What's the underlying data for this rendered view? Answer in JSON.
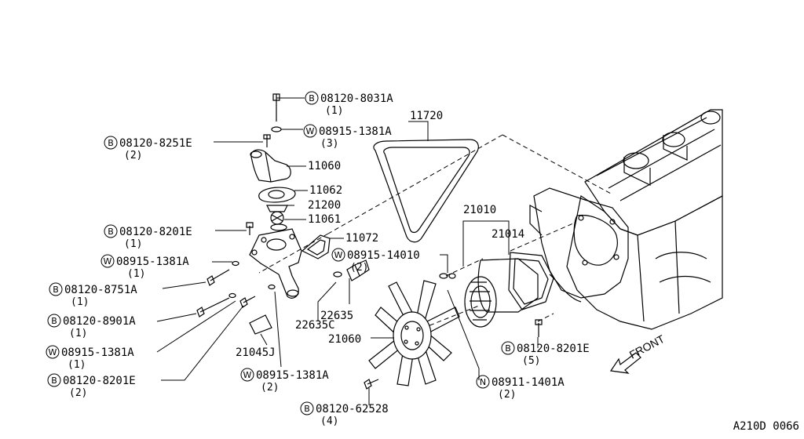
{
  "diagram_code": "A210D 0066",
  "direction_label": "FRONT",
  "callouts": [
    {
      "id": "b-08120-8031a",
      "prefix": "B",
      "part": "08120-8031A",
      "qty": "(1)"
    },
    {
      "id": "w-08915-1381a-top",
      "prefix": "W",
      "part": "08915-1381A",
      "qty": "(3)"
    },
    {
      "id": "b-08120-8251e",
      "prefix": "B",
      "part": "08120-8251E",
      "qty": "(2)"
    },
    {
      "id": "11720",
      "prefix": "",
      "part": "11720",
      "qty": ""
    },
    {
      "id": "11060",
      "prefix": "",
      "part": "11060",
      "qty": ""
    },
    {
      "id": "11062",
      "prefix": "",
      "part": "11062",
      "qty": ""
    },
    {
      "id": "21200",
      "prefix": "",
      "part": "21200",
      "qty": ""
    },
    {
      "id": "11061",
      "prefix": "",
      "part": "11061",
      "qty": ""
    },
    {
      "id": "21010",
      "prefix": "",
      "part": "21010",
      "qty": ""
    },
    {
      "id": "21014",
      "prefix": "",
      "part": "21014",
      "qty": ""
    },
    {
      "id": "b-08120-8201e-top",
      "prefix": "B",
      "part": "08120-8201E",
      "qty": "(1)"
    },
    {
      "id": "11072",
      "prefix": "",
      "part": "11072",
      "qty": ""
    },
    {
      "id": "w-08915-14010",
      "prefix": "W",
      "part": "08915-14010",
      "qty": "(2)"
    },
    {
      "id": "w-08915-1381a-mid",
      "prefix": "W",
      "part": "08915-1381A",
      "qty": "(1)"
    },
    {
      "id": "b-08120-8751a",
      "prefix": "B",
      "part": "08120-8751A",
      "qty": "(1)"
    },
    {
      "id": "22635",
      "prefix": "",
      "part": "22635",
      "qty": ""
    },
    {
      "id": "22635c",
      "prefix": "",
      "part": "22635C",
      "qty": ""
    },
    {
      "id": "b-08120-8901a",
      "prefix": "B",
      "part": "08120-8901A",
      "qty": "(1)"
    },
    {
      "id": "21060",
      "prefix": "",
      "part": "21060",
      "qty": ""
    },
    {
      "id": "w-08915-1381a-low",
      "prefix": "W",
      "part": "08915-1381A",
      "qty": "(1)"
    },
    {
      "id": "21045j",
      "prefix": "",
      "part": "21045J",
      "qty": ""
    },
    {
      "id": "b-08120-8201e-right",
      "prefix": "B",
      "part": "08120-8201E",
      "qty": "(5)"
    },
    {
      "id": "b-08120-8201e-low",
      "prefix": "B",
      "part": "08120-8201E",
      "qty": "(2)"
    },
    {
      "id": "w-08915-1381a-bottom",
      "prefix": "W",
      "part": "08915-1381A",
      "qty": "(2)"
    },
    {
      "id": "n-08911-1401a",
      "prefix": "N",
      "part": "08911-1401A",
      "qty": "(2)"
    },
    {
      "id": "b-08120-62528",
      "prefix": "B",
      "part": "08120-62528",
      "qty": "(4)"
    }
  ]
}
